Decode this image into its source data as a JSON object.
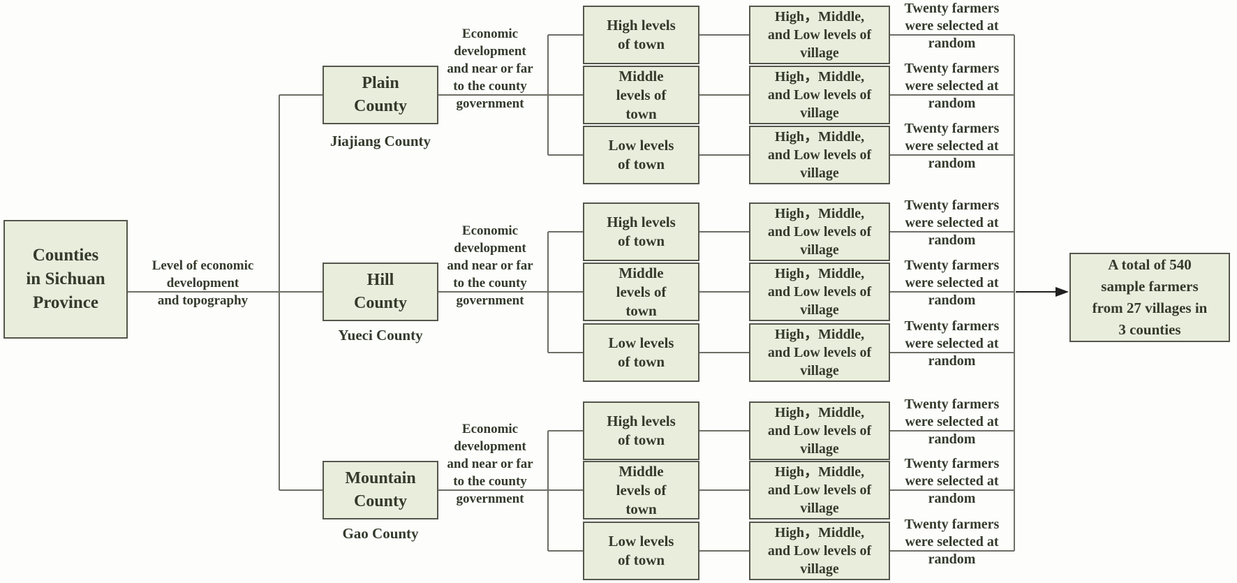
{
  "root": {
    "label": "Counties\nin  Sichuan\nProvince"
  },
  "edges": {
    "root_to_counties": "Level of economic\ndevelopment\nand topography",
    "county_to_towns": "Economic\ndevelopment\nand near or far\nto the county\ngovernment"
  },
  "counties": [
    {
      "name": "Plain\nCounty",
      "label": "Jiajiang County"
    },
    {
      "name": "Hill\nCounty",
      "label": "Yueci County"
    },
    {
      "name": "Mountain\nCounty",
      "label": "Gao County"
    }
  ],
  "town_levels": [
    "High levels\nof town",
    "Middle\nlevels of\ntown",
    "Low levels\nof town"
  ],
  "village_label": "High，Middle,\nand Low levels of\nvillage",
  "sampling_label": "Twenty farmers\nwere selected at\nrandom",
  "result": {
    "label": "A total of 540\nsample farmers\nfrom 27 villages in\n3  counties"
  },
  "colors": {
    "node_fill": "#e9eddc",
    "node_border": "#55564c",
    "line": "#6e6e66",
    "text": "#333a2c",
    "arrow": "#1f1f1f"
  }
}
